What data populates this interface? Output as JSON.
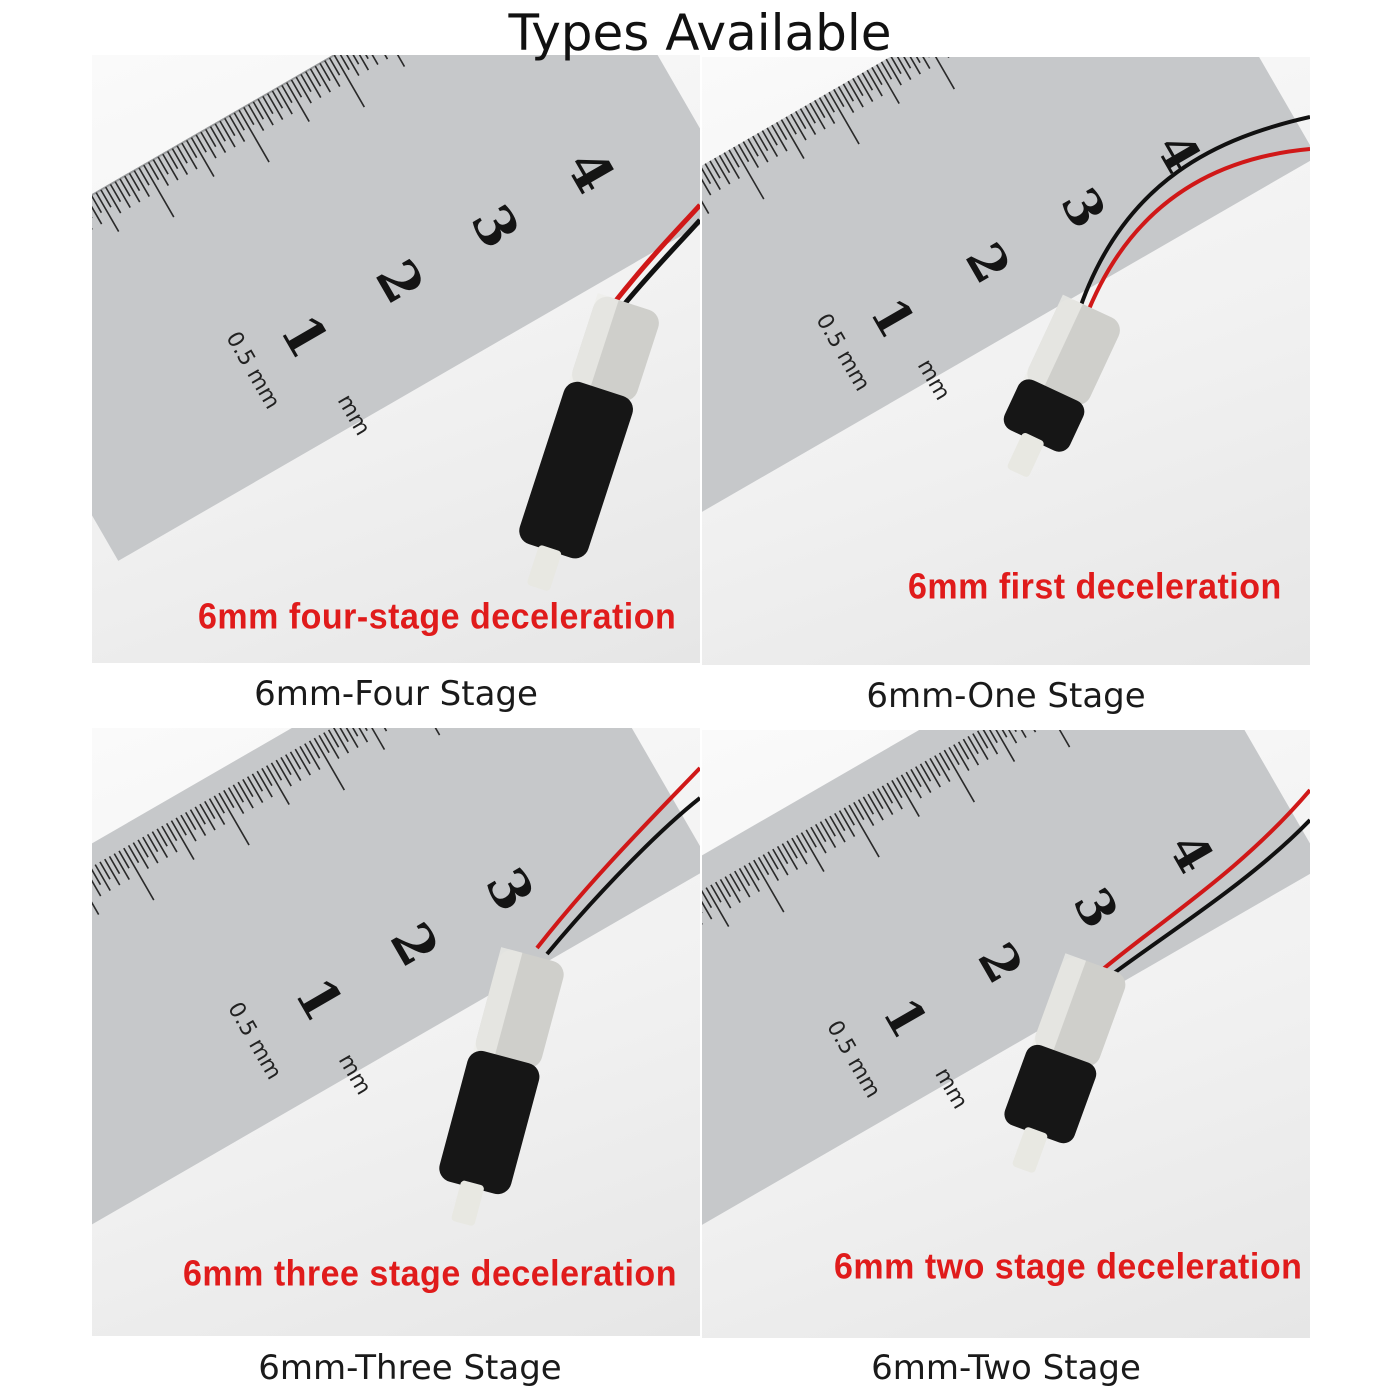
{
  "page": {
    "title": "Types Available"
  },
  "colors": {
    "overlay_red": "#e01b1b",
    "caption_text": "#1a1a1a",
    "ruler": "#c7c9cb",
    "motor_black": "#161616",
    "motor_silver": "#c9c9c6"
  },
  "panels": [
    {
      "overlay_text": "6mm four-stage deceleration",
      "caption": "6mm-Four Stage",
      "ruler_numbers": [
        "1",
        "2",
        "3",
        "4"
      ],
      "ruler_unit_labels": [
        "0.5 mm",
        "mm"
      ]
    },
    {
      "overlay_text": "6mm first deceleration",
      "caption": "6mm-One Stage",
      "ruler_numbers": [
        "1",
        "2",
        "3",
        "4"
      ],
      "ruler_unit_labels": [
        "0.5 mm",
        "mm"
      ]
    },
    {
      "overlay_text": "6mm three stage deceleration",
      "caption": "6mm-Three Stage",
      "ruler_numbers": [
        "1",
        "2",
        "3"
      ],
      "ruler_unit_labels": [
        "0.5 mm",
        "mm"
      ]
    },
    {
      "overlay_text": "6mm two stage deceleration",
      "caption": "6mm-Two Stage",
      "ruler_numbers": [
        "1",
        "2",
        "3",
        "4"
      ],
      "ruler_unit_labels": [
        "0.5 mm",
        "mm"
      ]
    }
  ]
}
